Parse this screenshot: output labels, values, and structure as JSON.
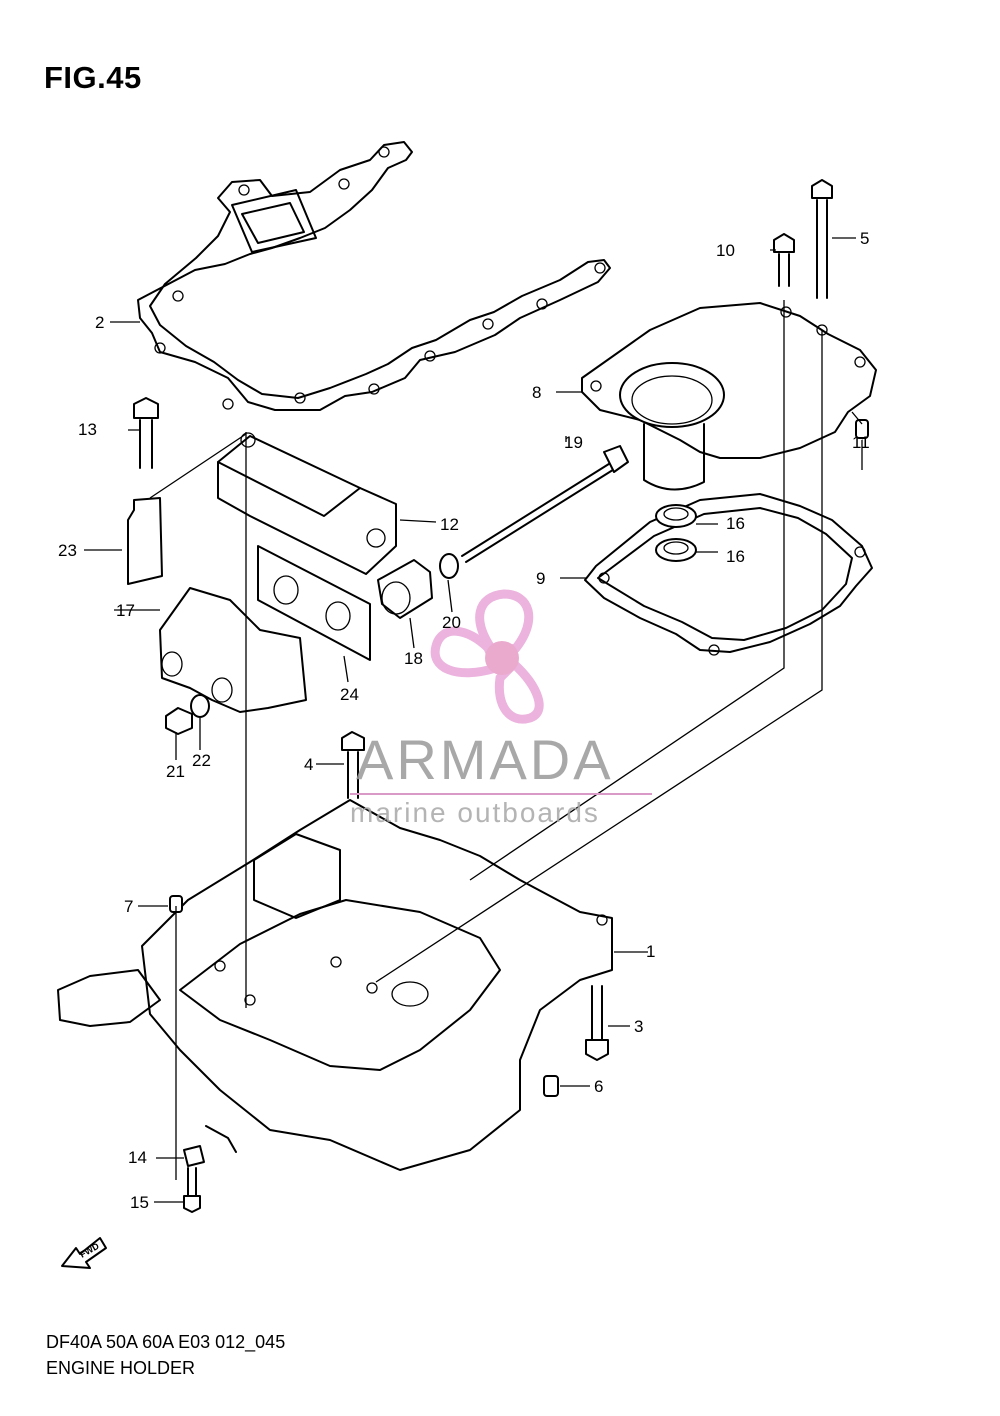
{
  "figure": {
    "title": "FIG.45"
  },
  "callouts": [
    {
      "id": "c1",
      "text": "1"
    },
    {
      "id": "c2",
      "text": "2"
    },
    {
      "id": "c3",
      "text": "3"
    },
    {
      "id": "c4",
      "text": "4"
    },
    {
      "id": "c5",
      "text": "5"
    },
    {
      "id": "c6",
      "text": "6"
    },
    {
      "id": "c7",
      "text": "7"
    },
    {
      "id": "c8",
      "text": "8"
    },
    {
      "id": "c9",
      "text": "9"
    },
    {
      "id": "c10",
      "text": "10"
    },
    {
      "id": "c11",
      "text": "11"
    },
    {
      "id": "c12",
      "text": "12"
    },
    {
      "id": "c13",
      "text": "13"
    },
    {
      "id": "c14",
      "text": "14"
    },
    {
      "id": "c15",
      "text": "15"
    },
    {
      "id": "c16a",
      "text": "16"
    },
    {
      "id": "c16b",
      "text": "16"
    },
    {
      "id": "c17",
      "text": "17"
    },
    {
      "id": "c18",
      "text": "18"
    },
    {
      "id": "c19",
      "text": "19"
    },
    {
      "id": "c20",
      "text": "20"
    },
    {
      "id": "c21",
      "text": "21"
    },
    {
      "id": "c22",
      "text": "22"
    },
    {
      "id": "c23",
      "text": "23"
    },
    {
      "id": "c24",
      "text": "24"
    }
  ],
  "fwd_label": "FWD",
  "footer": {
    "model_code": "DF40A 50A 60A E03 012_045",
    "section_name": "ENGINE HOLDER"
  },
  "watermark": {
    "brand": "ARMADA",
    "tagline": "marine outboards",
    "colors": {
      "propeller": "#e8a6d8",
      "hub": "#e79cc6",
      "text": "#9a9a9a"
    }
  }
}
